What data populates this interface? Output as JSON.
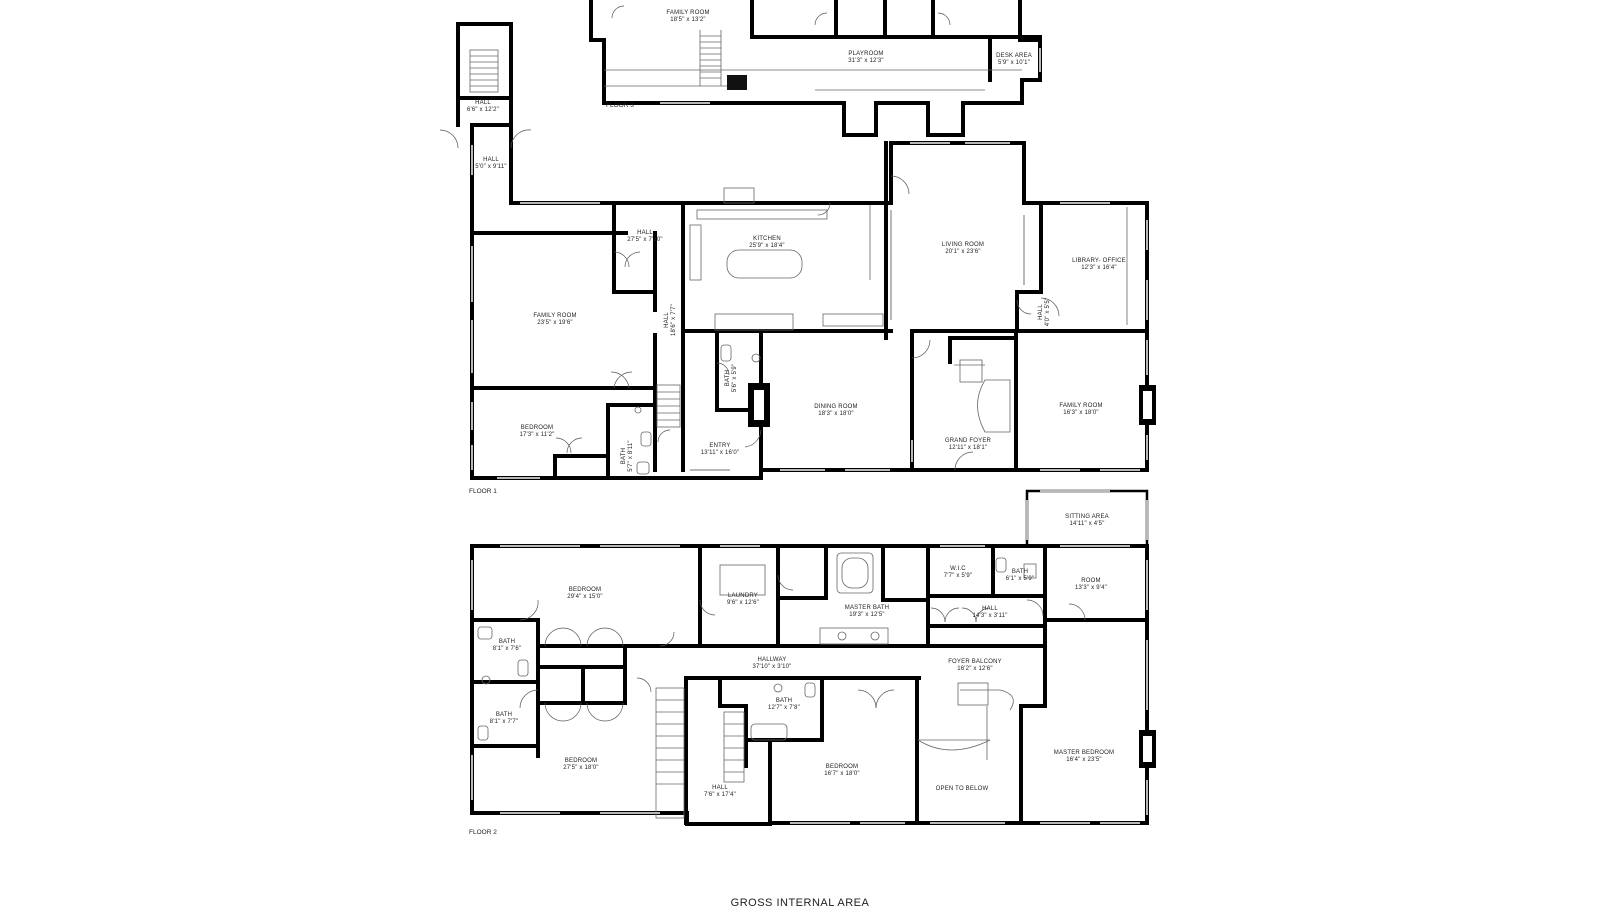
{
  "footer": {
    "title": "GROSS INTERNAL AREA"
  },
  "floors": [
    {
      "id": "floor3",
      "label": "FLOOR 3"
    },
    {
      "id": "floor1",
      "label": "FLOOR 1"
    },
    {
      "id": "floor2",
      "label": "FLOOR 2"
    }
  ],
  "rooms": [
    {
      "name": "FAMILY ROOM",
      "dim": "18'5\" x 13'2\""
    },
    {
      "name": "PLAYROOM",
      "dim": "31'3\" x 12'3\""
    },
    {
      "name": "DESK AREA",
      "dim": "5'9\" x 10'1\""
    },
    {
      "name": "HALL",
      "dim": "6'6\" x 12'2\""
    },
    {
      "name": "HALL",
      "dim": "5'0\" x 9'11\""
    },
    {
      "name": "HALL",
      "dim": "27'5\" x 7'10\""
    },
    {
      "name": "KITCHEN",
      "dim": "25'9\" x 18'4\""
    },
    {
      "name": "LIVING ROOM",
      "dim": "20'1\" x 23'6\""
    },
    {
      "name": "LIBRARY- OFFICE",
      "dim": "12'3\" x 16'4\""
    },
    {
      "name": "FAMILY ROOM",
      "dim": "23'5\" x 19'6\""
    },
    {
      "name": "HALL",
      "dim": "18'6\" x 7'7\""
    },
    {
      "name": "HALL",
      "dim": "4'0\" x 5'5\""
    },
    {
      "name": "BATH",
      "dim": "5'6\" x 5'9\""
    },
    {
      "name": "BEDROOM",
      "dim": "17'3\" x 11'2\""
    },
    {
      "name": "BATH",
      "dim": "5'7\" x 8'11\""
    },
    {
      "name": "ENTRY",
      "dim": "13'11\" x 16'0\""
    },
    {
      "name": "DINING ROOM",
      "dim": "18'3\" x 18'0\""
    },
    {
      "name": "GRAND FOYER",
      "dim": "12'11\" x 18'1\""
    },
    {
      "name": "FAMILY ROOM",
      "dim": "16'3\" x 18'0\""
    },
    {
      "name": "SITTING AREA",
      "dim": "14'11\" x 4'5\""
    },
    {
      "name": "BEDROOM",
      "dim": "29'4\" x 15'0\""
    },
    {
      "name": "LAUNDRY",
      "dim": "9'6\" x 12'6\""
    },
    {
      "name": "W.I.C",
      "dim": "7'7\" x 5'9\""
    },
    {
      "name": "BATH",
      "dim": "6'1\" x 5'9\""
    },
    {
      "name": "ROOM",
      "dim": "13'3\" x 9'4\""
    },
    {
      "name": "MASTER BATH",
      "dim": "19'3\" x 12'5\""
    },
    {
      "name": "HALL",
      "dim": "14'3\" x 3'11\""
    },
    {
      "name": "BATH",
      "dim": "8'1\" x 7'6\""
    },
    {
      "name": "HALLWAY",
      "dim": "37'10\" x 3'10\""
    },
    {
      "name": "FOYER BALCONY",
      "dim": "16'2\" x 12'6\""
    },
    {
      "name": "BATH",
      "dim": "8'1\" x 7'7\""
    },
    {
      "name": "BATH",
      "dim": "12'7\" x 7'8\""
    },
    {
      "name": "BEDROOM",
      "dim": "27'5\" x 18'0\""
    },
    {
      "name": "MASTER BEDROOM",
      "dim": "16'4\" x 23'5\""
    },
    {
      "name": "BEDROOM",
      "dim": "16'7\" x 18'0\""
    },
    {
      "name": "HALL",
      "dim": "7'6\" x 17'4\""
    },
    {
      "name": "OPEN TO BELOW",
      "dim": ""
    }
  ]
}
